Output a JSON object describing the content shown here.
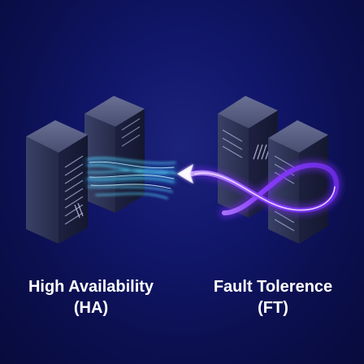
{
  "panels": {
    "ha": {
      "title": "High Availability",
      "abbr": "(HA)"
    },
    "ft": {
      "title": "Fault Tolerence",
      "abbr": "(FT)"
    }
  },
  "colors": {
    "background": "#0c0f4a",
    "server_body": "#2a3050",
    "ha_flow": "#39c6f0",
    "ft_flow": "#8a3cff",
    "text": "#ffffff"
  }
}
